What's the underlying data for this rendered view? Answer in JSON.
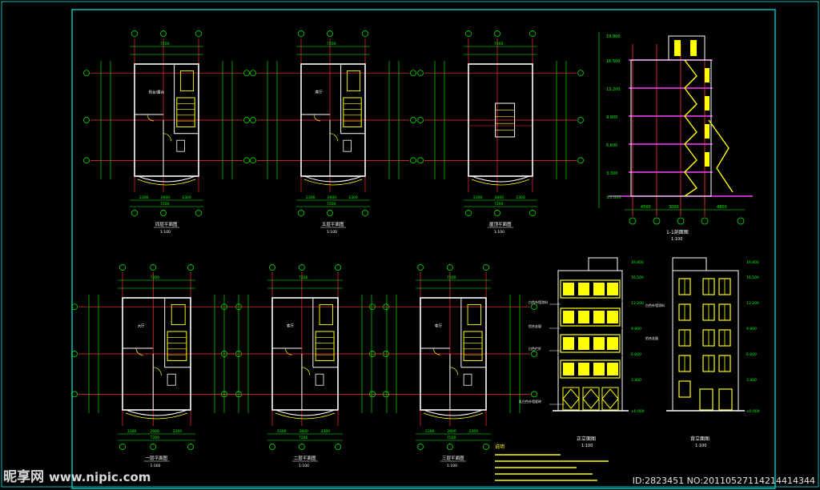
{
  "sheet": {
    "background": "#000000",
    "frame_color": "#00c0c0",
    "wall_color": "#ffffff",
    "axis_color": "#ff3030",
    "dim_color": "#00ff00",
    "fill_color": "#ffff00"
  },
  "plans_top": [
    {
      "title": "四层平面图",
      "scale": "1:100",
      "room": "阳台/露台"
    },
    {
      "title": "五层平面图",
      "scale": "1:100",
      "room": "客厅"
    },
    {
      "title": "屋顶平面图",
      "scale": "1:100",
      "room": ""
    }
  ],
  "section": {
    "title": "1-1剖面图",
    "scale": "1:100"
  },
  "plans_bottom": [
    {
      "title": "一层平面图",
      "scale": "1:100",
      "room": "大厅"
    },
    {
      "title": "二层平面图",
      "scale": "1:100",
      "room": "客厅"
    },
    {
      "title": "三层平面图",
      "scale": "1:100",
      "room": "客厅"
    }
  ],
  "elevations": [
    {
      "title": "正立面图",
      "scale": "1:100"
    },
    {
      "title": "背立面图",
      "scale": "1:100"
    }
  ],
  "notes_title": "说明",
  "dim_total": "7200",
  "dims_bottom": [
    "2300",
    "2600",
    "2300"
  ],
  "levels": [
    "±0.000",
    "3.300",
    "6.600",
    "9.900",
    "13.200",
    "16.500"
  ],
  "watermark": {
    "brand": "昵享网",
    "site": "www.nipic.com"
  },
  "image_id": "ID:2823451 NO:20110527114214414344"
}
